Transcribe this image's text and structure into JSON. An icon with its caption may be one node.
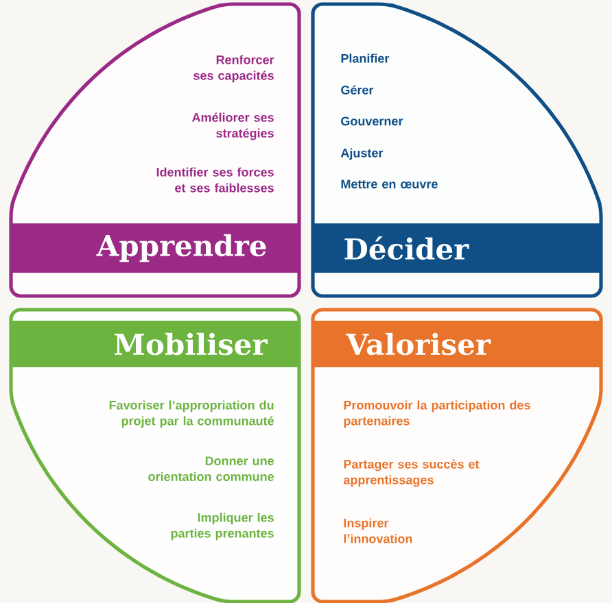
{
  "diagram": {
    "nodes": [
      {
        "text": [
          "Renforcer ses capacités",
          "Améliorer ses stratégies",
          "Identifier ses forces et ses faiblesses",
          "Apprendre"
        ]
      },
      {
        "text": [
          "Planifier",
          "Gérer",
          "Gouverner",
          "Ajuster",
          "Mettre en œuvre",
          "Décider"
        ]
      },
      {
        "text": [
          "Mobiliser",
          "Favoriser l’appropriation du projet par la communauté",
          "Donner une orientation commune",
          "Impliquer les parties prenantes"
        ]
      },
      {
        "text": [
          "Valoriser",
          "Promouvoir la participation des partenaires",
          "Partager ses succès et apprentissages",
          "Inspirer l’innovation"
        ]
      }
    ]
  }
}
